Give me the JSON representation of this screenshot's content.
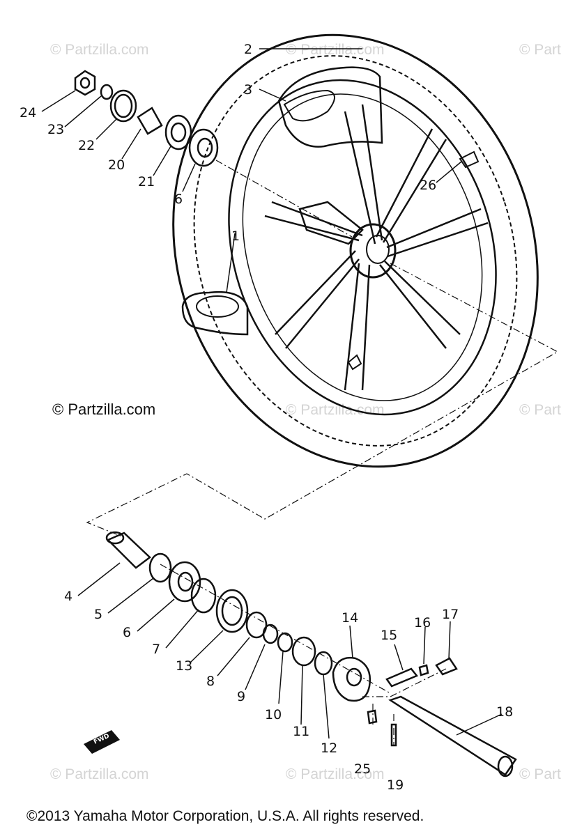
{
  "watermarks": {
    "faint": "© Partzilla.com",
    "faint_cut": "© Part",
    "main": "© Partzilla.com"
  },
  "footer": {
    "copyright": "©2013  Yamaha Motor Corporation, U.S.A. All rights reserved."
  },
  "callouts": {
    "c1": "1",
    "c2": "2",
    "c3": "3",
    "c4": "4",
    "c5": "5",
    "c6_top": "6",
    "c6_bot": "6",
    "c7": "7",
    "c8": "8",
    "c9": "9",
    "c10": "10",
    "c11": "11",
    "c12": "12",
    "c13": "13",
    "c14": "14",
    "c15": "15",
    "c16": "16",
    "c17": "17",
    "c18": "18",
    "c19": "19",
    "c20": "20",
    "c21": "21",
    "c22": "22",
    "c23": "23",
    "c24": "24",
    "c25": "25",
    "c26": "26"
  },
  "fwd_mark": "FWD"
}
